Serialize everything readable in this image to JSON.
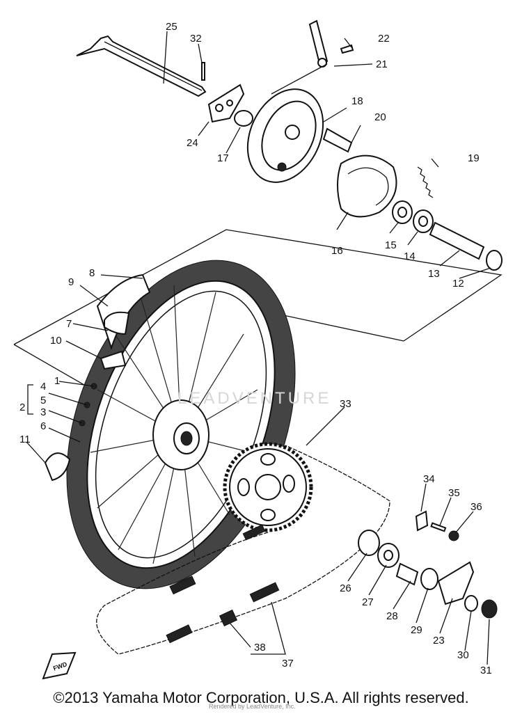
{
  "diagram": {
    "title": "",
    "fwd_label": "FWD",
    "watermark": "LEADVENTURE",
    "callouts": [
      "1",
      "2",
      "3",
      "4",
      "5",
      "6",
      "7",
      "8",
      "9",
      "10",
      "11",
      "12",
      "13",
      "14",
      "15",
      "16",
      "17",
      "18",
      "19",
      "20",
      "21",
      "22",
      "23",
      "24",
      "25",
      "26",
      "27",
      "28",
      "29",
      "30",
      "31",
      "32",
      "33",
      "34",
      "35",
      "36",
      "37",
      "38"
    ]
  },
  "footer": {
    "copyright": "©2013 Yamaha Motor Corporation, U.S.A. All rights reserved.",
    "rendered_by": "Rendered by LeadVenture, Inc."
  }
}
